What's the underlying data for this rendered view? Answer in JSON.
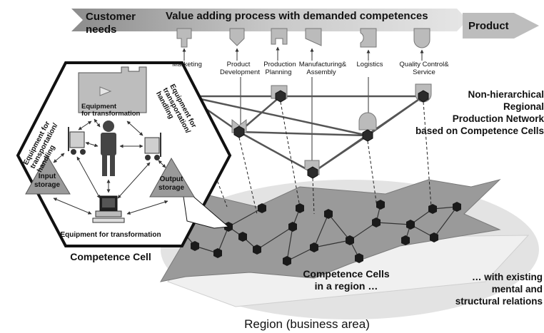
{
  "header": {
    "customer_needs_1": "Customer",
    "customer_needs_2": "needs",
    "process_title": "Value adding process with demanded competences",
    "product": "Product"
  },
  "competences": [
    {
      "line1": "Marketing",
      "line2": ""
    },
    {
      "line1": "Product",
      "line2": "Development"
    },
    {
      "line1": "Production",
      "line2": "Planning"
    },
    {
      "line1": "Manufacturing&",
      "line2": "Assembly"
    },
    {
      "line1": "Logistics",
      "line2": ""
    },
    {
      "line1": "Quality Control&",
      "line2": "Service"
    }
  ],
  "network_label": {
    "line1": "Non-hierarchical",
    "line2": "Regional",
    "line3": "Production Network",
    "line4": "based on Competence Cells"
  },
  "cell": {
    "equip_top_1": "Equipment",
    "equip_top_2": "for transformation",
    "transport_left_1": "Equipment for",
    "transport_left_2": "transportation/",
    "transport_left_3": "handling",
    "transport_right_1": "Equipment for",
    "transport_right_2": "transportation/",
    "transport_right_3": "handling",
    "input_1": "Input",
    "input_2": "storage",
    "output_1": "Output",
    "output_2": "storage",
    "equip_bottom": "Equipment for transformation",
    "caption": "Competence Cell"
  },
  "region": {
    "cells_1": "Competence Cells",
    "cells_2": "in a region …",
    "relations_1": "… with existing",
    "relations_2": "mental and",
    "relations_3": "structural relations",
    "caption": "Region (business area)"
  }
}
